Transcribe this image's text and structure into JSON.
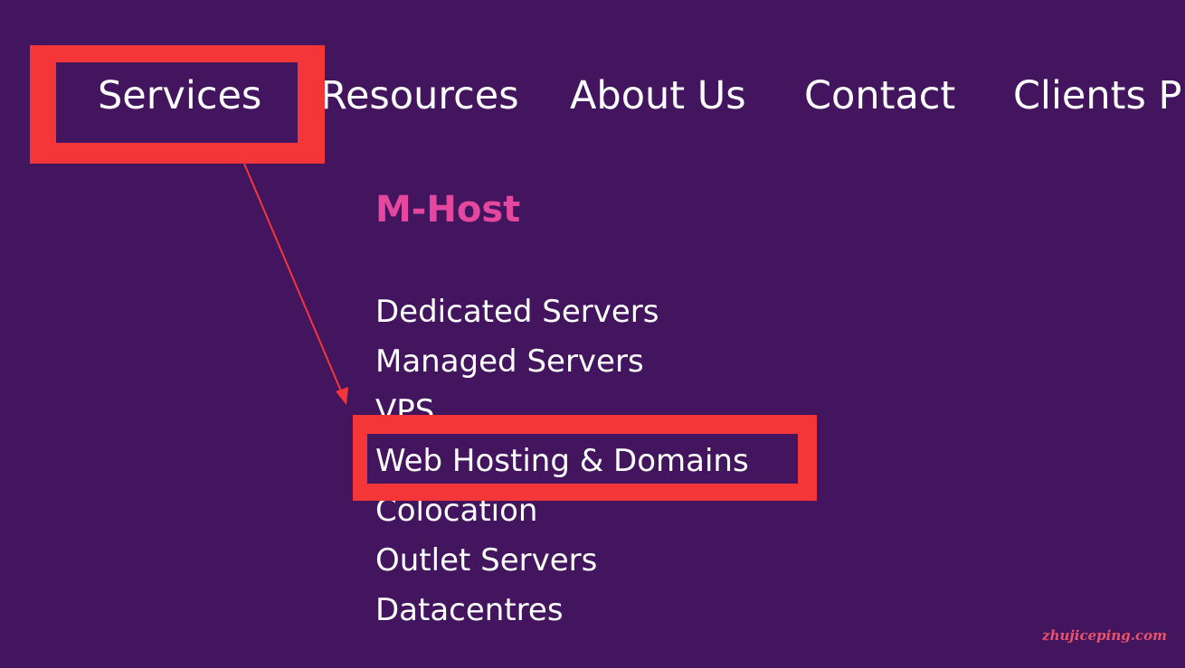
{
  "nav": {
    "items": [
      {
        "label": "Services"
      },
      {
        "label": "Resources"
      },
      {
        "label": "About Us"
      },
      {
        "label": "Contact"
      },
      {
        "label": "Clients P"
      }
    ]
  },
  "dropdown": {
    "heading": "M-Host",
    "items": [
      {
        "label": "Dedicated Servers"
      },
      {
        "label": "Managed Servers"
      },
      {
        "label": "VPS"
      },
      {
        "label": "Web Hosting & Domains"
      },
      {
        "label": "Colocation"
      },
      {
        "label": "Outlet Servers"
      },
      {
        "label": "Datacentres"
      }
    ]
  },
  "watermark": "zhujiceping.com",
  "colors": {
    "background": "#43155f",
    "brand_heading": "#e5469e",
    "annotation": "#f43639",
    "text": "#ffffff"
  }
}
